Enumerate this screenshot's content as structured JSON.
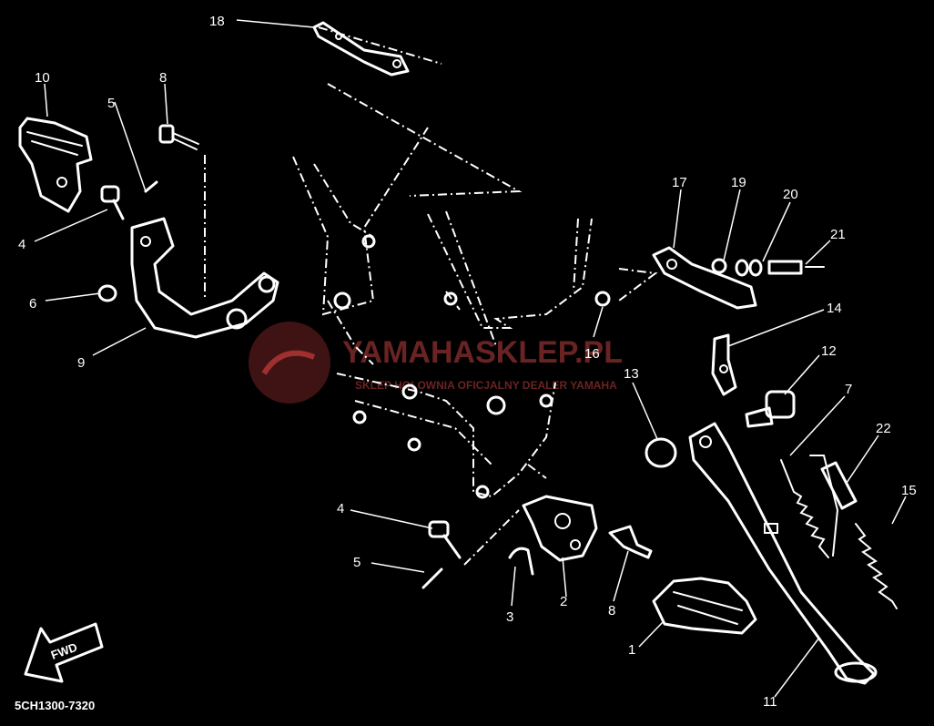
{
  "diagram": {
    "part_code": "5CH1300-7320",
    "fwd_label": "FWD",
    "watermark": {
      "brand": "YAMAHASKLEP.PL",
      "tagline": "SKLEP HOLOWNIA OFICJALNY DEALER YAMAHA"
    },
    "callouts": [
      "1",
      "2",
      "3",
      "4",
      "4",
      "5",
      "5",
      "6",
      "7",
      "8",
      "8",
      "9",
      "10",
      "11",
      "12",
      "13",
      "14",
      "15",
      "16",
      "17",
      "18",
      "19",
      "20",
      "21",
      "22"
    ]
  },
  "colors": {
    "background": "#000000",
    "line": "#ffffff",
    "watermark": "#6a2323"
  }
}
